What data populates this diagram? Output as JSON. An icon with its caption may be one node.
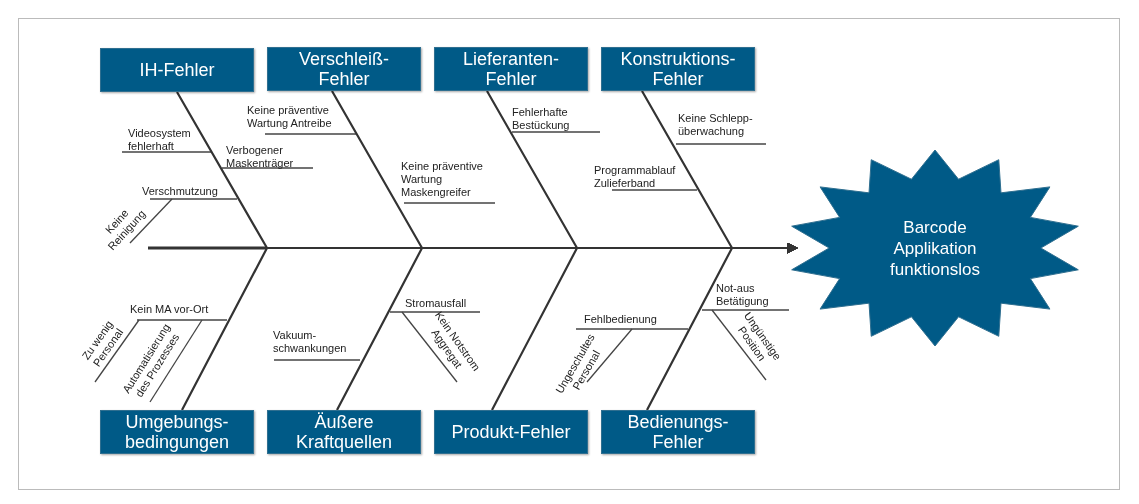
{
  "diagram": {
    "nodes": [
      {
        "text": [
          "IH-Fehler"
        ]
      },
      {
        "text": [
          "Verschleiß- Fehler"
        ]
      },
      {
        "text": [
          "Lieferanten- Fehler"
        ]
      },
      {
        "text": [
          "Konstruktions- Fehler"
        ]
      },
      {
        "text": [
          "Umgebungs- bedingungen"
        ]
      },
      {
        "text": [
          "Äußere Kraftquellen"
        ]
      },
      {
        "text": [
          "Produkt-Fehler"
        ]
      },
      {
        "text": [
          "Bedienungs- Fehler"
        ]
      },
      {
        "text": [
          "Barcode Applikation funktionslos"
        ]
      }
    ],
    "edges": [
      {
        "from": 0,
        "to": 8,
        "arrow": "to"
      },
      {
        "from": 1,
        "to": 8,
        "arrow": "to"
      },
      {
        "from": 2,
        "to": 8,
        "arrow": "to"
      },
      {
        "from": 3,
        "to": 8,
        "arrow": "to"
      },
      {
        "from": 4,
        "to": 8,
        "arrow": "to"
      },
      {
        "from": 5,
        "to": 8,
        "arrow": "to"
      },
      {
        "from": 6,
        "to": 8,
        "arrow": "to"
      },
      {
        "from": 7,
        "to": 8,
        "arrow": "to"
      }
    ],
    "labels": [
      "Keine präventive Wartung Antreibe",
      "Fehlerhafte Bestückung",
      "Keine Schlepp- überwachung",
      "Videosystem fehlerhaft",
      "Verbogener Maskenträger",
      "Keine präventive Wartung Maskengreifer",
      "Programmablauf Zulieferband",
      "Verschmutzung",
      "Keine Reinigung",
      "Not-aus Betätigung",
      "Stromausfall",
      "Kein MA vor-Ort",
      "Fehlbedienung",
      "Ungünstige Position",
      "Zu wenig Personal",
      "Vakuum- schwankungen",
      "Kein Notstrom Aggregat",
      "Automatisierung des Prozesses",
      "Ungeschultes Personal"
    ]
  }
}
